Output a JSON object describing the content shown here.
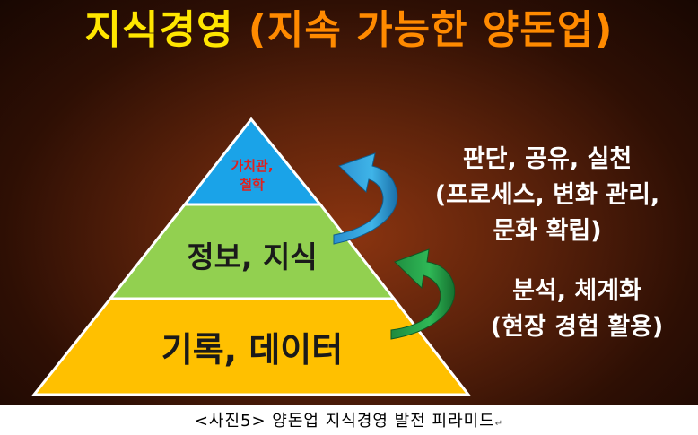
{
  "title": {
    "main": "지식경영",
    "sub": "(지속 가능한 양돈업)"
  },
  "colors": {
    "background": "#5e230b",
    "title_main": "#ffe600",
    "title_sub": "#ff8a00",
    "tier_top": "#1aa3e8",
    "tier_middle": "#92d050",
    "tier_bottom": "#ffc000",
    "top_tier_text": "#e0201d",
    "arrow_blue": "#2aa4df",
    "arrow_green": "#22a04a"
  },
  "pyramid": {
    "top": {
      "line1": "가치관,",
      "line2": "철학"
    },
    "middle": {
      "label": "정보, 지식"
    },
    "bottom": {
      "label": "기록, 데이터"
    }
  },
  "callouts": {
    "upper": {
      "lines": [
        "판단, 공유, 실천",
        "(프로세스, 변화 관리,",
        "문화 확립)"
      ]
    },
    "lower": {
      "lines": [
        "분석, 체계화",
        "(현장 경험 활용)"
      ]
    }
  },
  "arrows": {
    "upper_icon": "curved-arrow-up-icon",
    "lower_icon": "curved-arrow-up-icon"
  },
  "caption": {
    "text": "<사진5> 양돈업 지식경영 발전 피라미드",
    "mark": "↵"
  }
}
